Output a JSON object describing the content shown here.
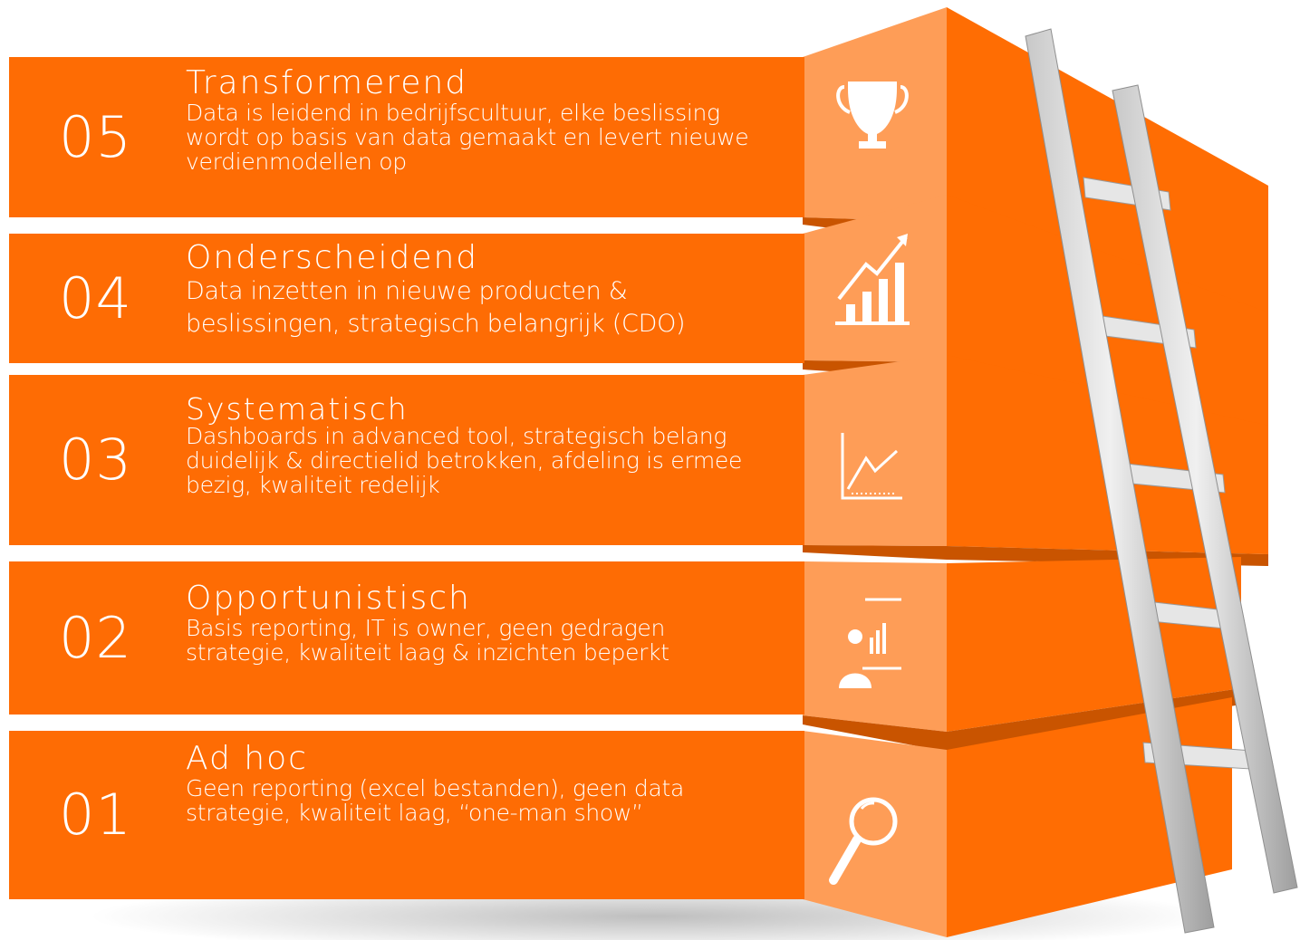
{
  "levels": [
    {
      "number": "05",
      "title": "Transformerend",
      "description": "Data is leidend in bedrijfscultuur, elke beslissing wordt op basis van data gemaakt en levert nieuwe verdienmodellen op",
      "icon": "trophy-icon"
    },
    {
      "number": "04",
      "title": "Onderscheidend",
      "description": "Data inzetten in nieuwe producten & beslissingen, strategisch belangrijk (CDO)",
      "icon": "growth-chart-icon"
    },
    {
      "number": "03",
      "title": "Systematisch",
      "description": "Dashboards in advanced tool, strategisch belang duidelijk & directielid betrokken, afdeling is ermee bezig, kwaliteit redelijk",
      "icon": "line-chart-icon"
    },
    {
      "number": "02",
      "title": "Opportunistisch",
      "description": "Basis reporting, IT is owner, geen gedragen strategie, kwaliteit laag & inzichten beperkt",
      "icon": "presenter-icon"
    },
    {
      "number": "01",
      "title": "Ad hoc",
      "description": "Geen reporting (excel bestanden), geen data strategie, kwaliteit laag, “one-man show”",
      "icon": "magnifier-icon"
    }
  ],
  "colors": {
    "front": "#fe6c04",
    "side": "#ff6d03",
    "icon_panel": "#fe9d57",
    "shadow": "#c95400",
    "ladder": "#d9d9d9",
    "ladder_shade": "#a9a9a9"
  }
}
